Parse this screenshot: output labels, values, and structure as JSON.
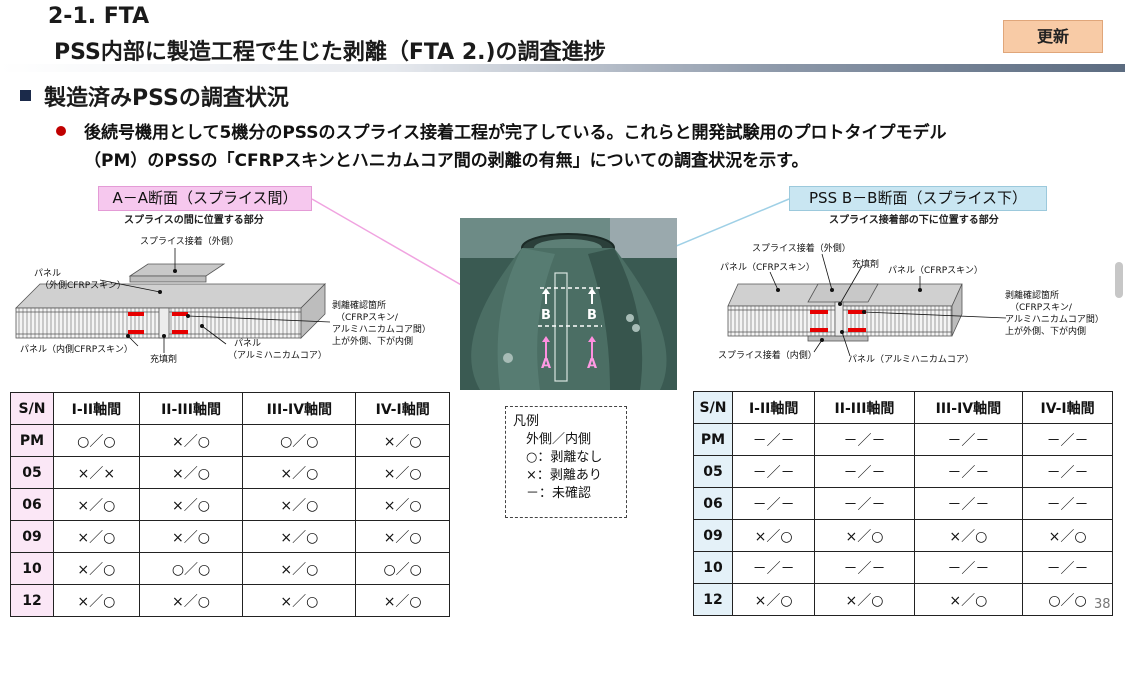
{
  "header": {
    "title_line1": "2-1. FTA",
    "title_line2": "PSS内部に製造工程で生じた剥離（FTA 2.)の調査進捗",
    "badge": "更新"
  },
  "section": {
    "heading": "製造済みPSSの調査状況",
    "bullet_line1": "後続号機用として5機分のPSSのスプライス接着工程が完了している。これらと開発試験用のプロトタイプモデル",
    "bullet_line2": "（PM）のPSSの「CFRPスキンとハニカムコア間の剥離の有無」についての調査状況を示す。"
  },
  "diagram_left": {
    "callout": "A－A断面（スプライス間）",
    "subtitle": "スプライスの間に位置する部分",
    "lbl_splice_outer": "スプライス接着（外側）",
    "lbl_panel_outer_1": "パネル",
    "lbl_panel_outer_2": "（外側CFRPスキン）",
    "lbl_check_1": "剥離確認箇所",
    "lbl_check_2": "（CFRPスキン/",
    "lbl_check_3": "アルミハニカムコア間）",
    "lbl_check_4": "上が外側、下が内側",
    "lbl_panel_inner": "パネル（内側CFRPスキン）",
    "lbl_filler": "充填剤",
    "lbl_core_1": "パネル",
    "lbl_core_2": "（アルミハニカムコア）"
  },
  "diagram_right": {
    "callout": "PSS B－B断面（スプライス下）",
    "subtitle": "スプライス接着部の下に位置する部分",
    "lbl_splice_outer": "スプライス接着（外側）",
    "lbl_filler": "充填剤",
    "lbl_panel_left": "パネル（CFRPスキン）",
    "lbl_panel_right": "パネル（CFRPスキン）",
    "lbl_check_1": "剥離確認箇所",
    "lbl_check_2": "（CFRPスキン/",
    "lbl_check_3": "アルミハニカムコア間）",
    "lbl_check_4": "上が外側、下が内側",
    "lbl_splice_inner": "スプライス接着（内側）",
    "lbl_core": "パネル（アルミハニカムコア）"
  },
  "photo": {
    "marker_a": "A",
    "marker_b": "B"
  },
  "legend": {
    "title": "凡例",
    "line1": "外側／内側",
    "line2": "○：剥離なし",
    "line3": "×：剥離あり",
    "line4": "－：未確認"
  },
  "table_left": {
    "headers": [
      "S/N",
      "I-II軸間",
      "II-III軸間",
      "III-IV軸間",
      "IV-I軸間"
    ],
    "rows": [
      [
        "PM",
        "○／○",
        "×／○",
        "○／○",
        "×／○"
      ],
      [
        "05",
        "×／×",
        "×／○",
        "×／○",
        "×／○"
      ],
      [
        "06",
        "×／○",
        "×／○",
        "×／○",
        "×／○"
      ],
      [
        "09",
        "×／○",
        "×／○",
        "×／○",
        "×／○"
      ],
      [
        "10",
        "×／○",
        "○／○",
        "×／○",
        "○／○"
      ],
      [
        "12",
        "×／○",
        "×／○",
        "×／○",
        "×／○"
      ]
    ]
  },
  "table_right": {
    "headers": [
      "S/N",
      "I-II軸間",
      "II-III軸間",
      "III-IV軸間",
      "IV-I軸間"
    ],
    "rows": [
      [
        "PM",
        "－／－",
        "－／－",
        "－／－",
        "－／－"
      ],
      [
        "05",
        "－／－",
        "－／－",
        "－／－",
        "－／－"
      ],
      [
        "06",
        "－／－",
        "－／－",
        "－／－",
        "－／－"
      ],
      [
        "09",
        "×／○",
        "×／○",
        "×／○",
        "×／○"
      ],
      [
        "10",
        "－／－",
        "－／－",
        "－／－",
        "－／－"
      ],
      [
        "12",
        "×／○",
        "×／○",
        "×／○",
        "○／○"
      ]
    ]
  },
  "page_number": "38"
}
